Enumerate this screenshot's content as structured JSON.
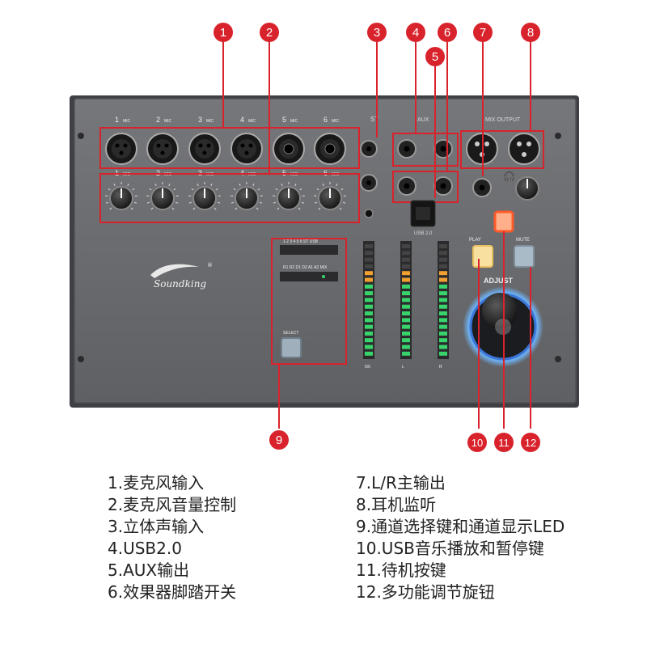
{
  "colors": {
    "callout": "#d9232c",
    "callout_text": "#ffffff",
    "panel": "#6b6c6f",
    "panel_edge": "#4f5053",
    "led_green": "#38d36b",
    "led_orange": "#f0a030",
    "led_red": "#e84a3a",
    "knob_ring": "#4da3ff",
    "standby": "#ff6a3a"
  },
  "device": {
    "brand": "Soundking",
    "registered_mark": "®",
    "channels": [
      {
        "number": "1",
        "label": "MIC"
      },
      {
        "number": "2",
        "label": "MIC"
      },
      {
        "number": "3",
        "label": "MIC"
      },
      {
        "number": "4",
        "label": "MIC"
      },
      {
        "number": "5",
        "label": "MIC"
      },
      {
        "number": "6",
        "label": "MIC"
      }
    ],
    "st_label": "ST",
    "aux_label": "AUX",
    "mix_output_label": "MIX OUTPUT",
    "usb_label": "USB 2.0",
    "play_label": "PLAY",
    "mute_label": "MUTE",
    "select_label": "SELECT",
    "adjust_label": "ADJUST",
    "display_row1": "1  2  3  4  5  6  ST USB",
    "display_row2": "R1 R2 D1 D2 A1 A2 MIX",
    "meter_labels": [
      "5/6",
      "L",
      "R"
    ]
  },
  "callouts": [
    "1",
    "2",
    "3",
    "4",
    "5",
    "6",
    "7",
    "8",
    "9",
    "10",
    "11",
    "12"
  ],
  "legend": {
    "left": [
      "1.麦克风输入",
      "2.麦克风音量控制",
      "3.立体声输入",
      "4.USB2.0",
      "5.AUX输出",
      "6.效果器脚踏开关"
    ],
    "right": [
      "7.L/R主输出",
      "8.耳机监听",
      "9.通道选择键和通道显示LED",
      "10.USB音乐播放和暂停键",
      "11.待机按键",
      "12.多功能调节旋钮"
    ]
  }
}
